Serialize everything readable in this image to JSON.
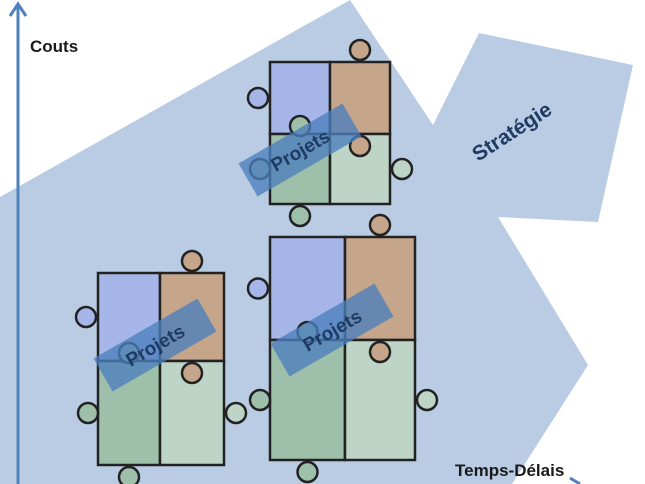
{
  "axes": {
    "y_label": "Couts",
    "x_label": "Temps-Délais"
  },
  "arrow_label": "Stratégie",
  "clusters": [
    {
      "label": "Projets"
    },
    {
      "label": "Projets"
    },
    {
      "label": "Projets"
    }
  ],
  "colors": {
    "arrow": "#b9cce4",
    "axis": "#4f81bd",
    "piece_blue": "#a7b6e8",
    "piece_tan": "#c6a68b",
    "piece_green": "#9ebfa9",
    "piece_lightgreen": "#bdd4c6",
    "label_box": "#4a7fbd"
  }
}
